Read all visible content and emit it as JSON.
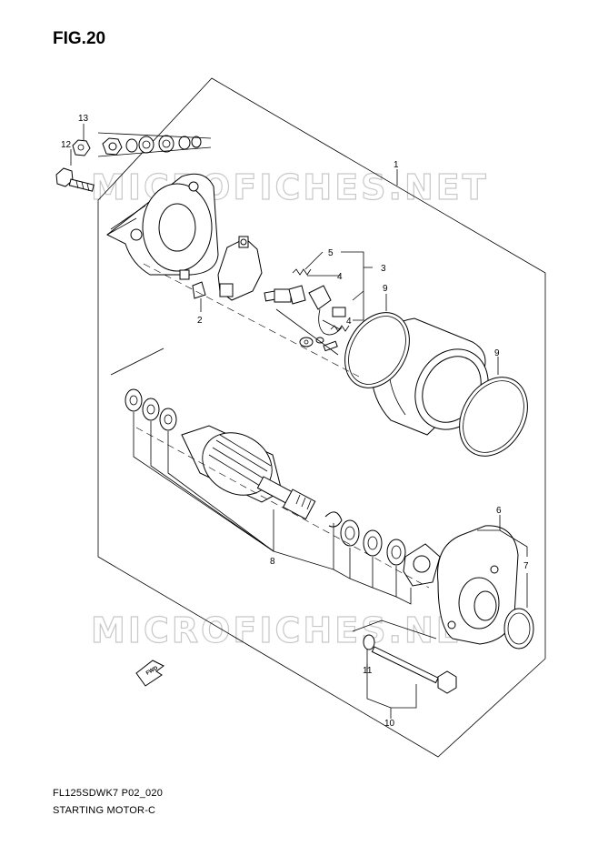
{
  "figure": {
    "title": "FIG.20",
    "watermark": "MICROFICHES.NET",
    "fwd_label": "FWD"
  },
  "callouts": {
    "c1": "1",
    "c2": "2",
    "c3": "3",
    "c4a": "4",
    "c4b": "4",
    "c5": "5",
    "c6": "6",
    "c7": "7",
    "c8": "8",
    "c9a": "9",
    "c9b": "9",
    "c10": "10",
    "c11": "11",
    "c12": "12",
    "c13": "13"
  },
  "footer": {
    "code": "FL125SDWK7 P02_020",
    "name": "STARTING MOTOR-C"
  }
}
